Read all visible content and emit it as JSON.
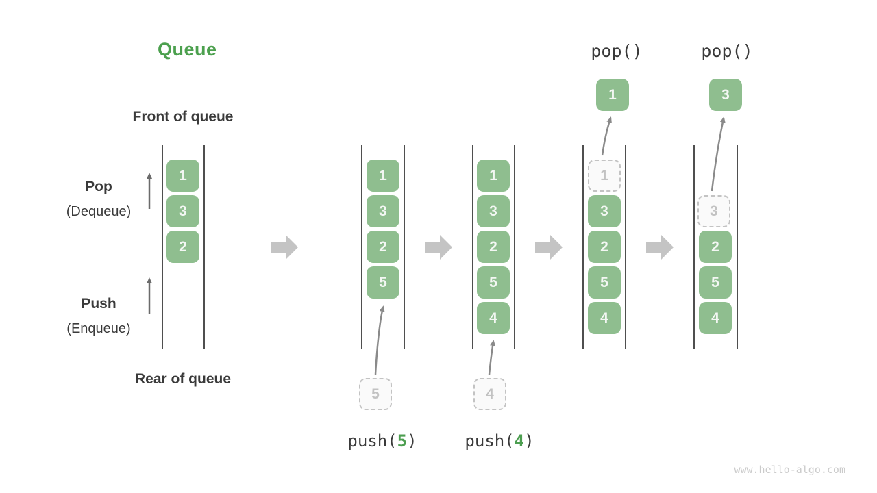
{
  "title": "Queue",
  "labels": {
    "front": "Front of queue",
    "rear": "Rear of queue",
    "pop": "Pop",
    "pop_sub": "(Dequeue)",
    "push": "Push",
    "push_sub": "(Enqueue)"
  },
  "operations": {
    "pop1": "pop()",
    "pop2": "pop()",
    "push1": {
      "fn": "push(",
      "arg": "5",
      "close": ")"
    },
    "push2": {
      "fn": "push(",
      "arg": "4",
      "close": ")"
    }
  },
  "columns": [
    {
      "solid": [
        "1",
        "3",
        "2"
      ]
    },
    {
      "solid": [
        "1",
        "3",
        "2",
        "5"
      ],
      "incoming": "5"
    },
    {
      "solid": [
        "1",
        "3",
        "2",
        "5",
        "4"
      ],
      "incoming": "4"
    },
    {
      "solid": [
        "3",
        "2",
        "5",
        "4"
      ],
      "ghost": "1",
      "popped": "1"
    },
    {
      "solid": [
        "2",
        "5",
        "4"
      ],
      "ghost": "3",
      "popped": "3"
    }
  ],
  "watermark": "www.hello-algo.com",
  "colors": {
    "element_green": "#8fbe8f",
    "title_green": "#4ca04e",
    "code_green": "#4c9e50",
    "text_dark": "#3a3a3a",
    "flow_arrow_gray": "#c4c4c4",
    "motion_arrow_gray": "#8a8a8a",
    "ghost_gray": "#c3c3c3"
  }
}
